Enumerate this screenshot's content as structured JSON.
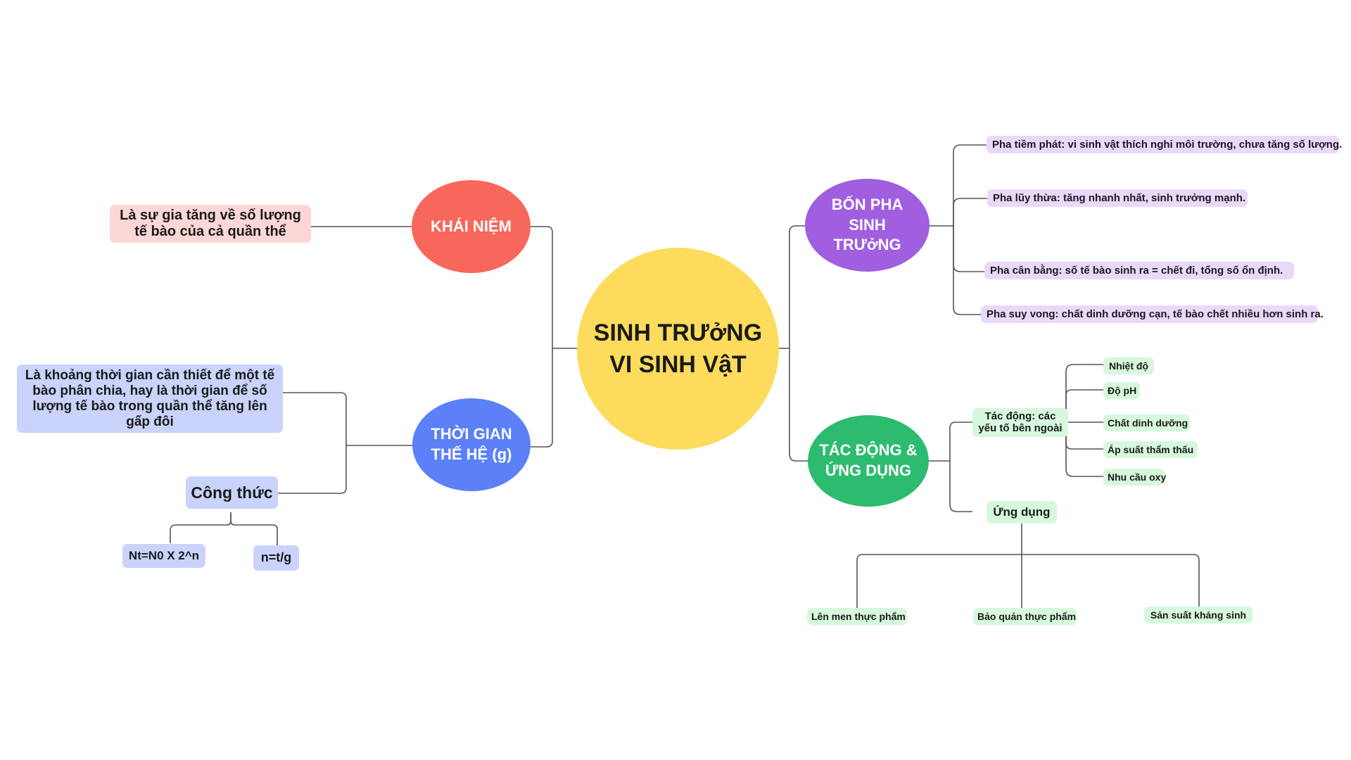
{
  "center": {
    "line1": "SINH TRƯởNG",
    "line2": "VI SINH VậT"
  },
  "khai_niem": {
    "title": "KHÁI NIỆM",
    "description": "Là sự gia tăng về số lượng tế bào của cả quần thể"
  },
  "thoi_gian": {
    "title_line1": "THỜI GIAN",
    "title_line2": "THẾ HỆ (g)",
    "description": "Là khoảng thời gian cần thiết để một tế bào phân chia, hay là thời gian để số lượng tế bào trong quần thể tăng lên gấp đôi",
    "formula_label": "Công thức",
    "formulas": [
      "Nt=N0 X 2^n",
      "n=t/g"
    ]
  },
  "bon_pha": {
    "title_line1": "BỐN PHA",
    "title_line2": "SINH TRƯởNG",
    "phases": [
      "Pha tiềm phát: vi sinh vật thích nghi môi trường, chưa tăng số lượng.",
      "Pha lũy thừa: tăng nhanh nhất, sinh trưởng mạnh.",
      "Pha cân bằng: số tế bào sinh ra = chết đi, tổng số ổn định.",
      "Pha suy vong: chất dinh dưỡng cạn, tế bào chết nhiều hơn sinh ra."
    ]
  },
  "tac_dong": {
    "title_line1": "TÁC ĐỘNG &",
    "title_line2": "ỨNG DỤNG",
    "factors_label": "Tác động: các yếu tố bên ngoài",
    "factors": [
      "Nhiệt độ",
      "Độ pH",
      "Chất dinh dưỡng",
      "Áp suất thẩm thấu",
      "Nhu cầu oxy"
    ],
    "applications_label": "Ứng dụng",
    "applications": [
      "Lên men thực phẩm",
      "Bảo quản thực phẩm",
      "Sản suất kháng sinh"
    ]
  },
  "colors": {
    "center": "#fddb5c",
    "khai_niem": "#f8675b",
    "thoi_gian": "#5b80f7",
    "bon_pha": "#a05ee0",
    "tac_dong": "#2dbb6f",
    "line": "#555555"
  }
}
